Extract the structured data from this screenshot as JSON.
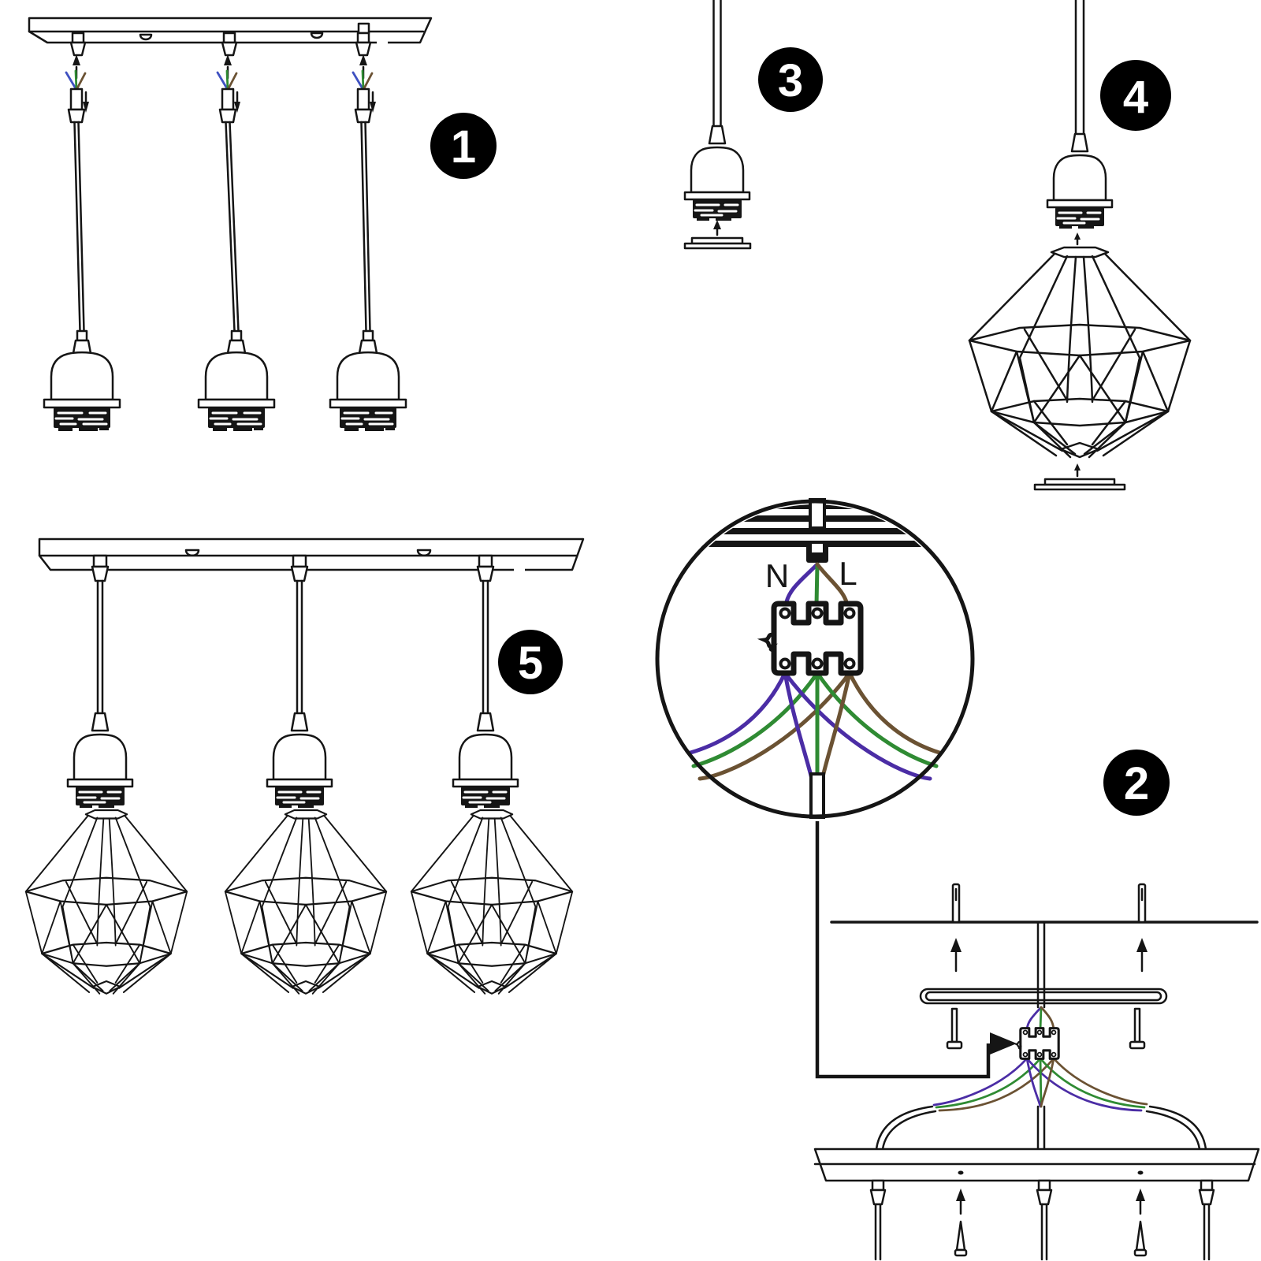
{
  "badges": {
    "step1": "1",
    "step2": "2",
    "step3": "3",
    "step4": "4",
    "step5": "5"
  },
  "wiring_labels": {
    "neutral": "N",
    "live": "L"
  },
  "colors": {
    "outline": "#151515",
    "badge_background": "#000000",
    "badge_number": "#ffffff",
    "wire_neutral_blue": "#4b2da5",
    "wire_earth_green": "#2f8b33",
    "wire_live_brown": "#6b5233",
    "wire_tip_blue": "#3f51c1"
  }
}
